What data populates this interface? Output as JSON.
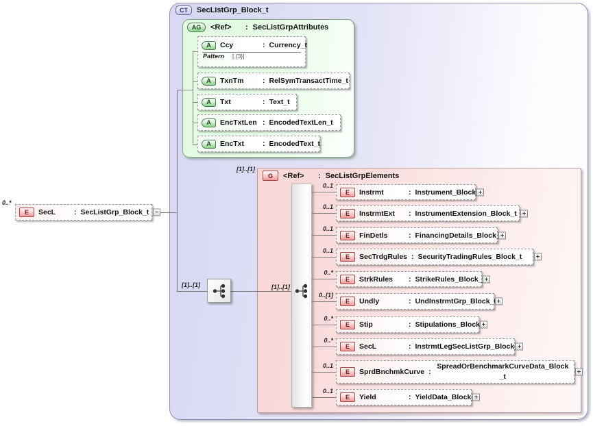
{
  "sep": ":",
  "glyphs": {
    "plus": "+",
    "minus": "−"
  },
  "badges": {
    "complex_type": "CT",
    "attribute_group": "AG",
    "attribute": "A",
    "group": "G",
    "element": "E"
  },
  "root_element": {
    "cardinality": "0..*",
    "name": "SecL",
    "type": "SecListGrp_Block_t"
  },
  "ct": {
    "title": "SecListGrp_Block_t",
    "content_model_cardinality": "[1]..[1]",
    "group_ref_cardinality": "[1]..[1]",
    "attribute_group": {
      "ref": "<Ref>",
      "name": "SecListGrpAttributes",
      "attributes": [
        {
          "name": "Ccy",
          "type": "Currency_t",
          "facet_name": "Pattern",
          "facet_value": "[.{3}]"
        },
        {
          "name": "TxnTm",
          "type": "RelSymTransactTime_t"
        },
        {
          "name": "Txt",
          "type": "Text_t"
        },
        {
          "name": "EncTxtLen",
          "type": "EncodedTextLen_t"
        },
        {
          "name": "EncTxt",
          "type": "EncodedText_t"
        }
      ]
    },
    "group": {
      "ref": "<Ref>",
      "name": "SecListGrpElements",
      "sequence_cardinality": "[1]..[1]",
      "elements": [
        {
          "cardinality": "0..1",
          "name": "Instrmt",
          "type": "Instrument_Block_t"
        },
        {
          "cardinality": "0..1",
          "name": "InstrmtExt",
          "type": "InstrumentExtension_Block_t"
        },
        {
          "cardinality": "0..1",
          "name": "FinDetls",
          "type": "FinancingDetails_Block_t"
        },
        {
          "cardinality": "0..1",
          "name": "SecTrdgRules",
          "type": "SecurityTradingRules_Block_t"
        },
        {
          "cardinality": "0..*",
          "name": "StrkRules",
          "type": "StrikeRules_Block_t"
        },
        {
          "cardinality": "0..[1]",
          "name": "Undly",
          "type": "UndInstrmtGrp_Block_t"
        },
        {
          "cardinality": "0..*",
          "name": "Stip",
          "type": "Stipulations_Block_t"
        },
        {
          "cardinality": "0..*",
          "name": "SecL",
          "type": "InstrmtLegSecListGrp_Block_t"
        },
        {
          "cardinality": "0..1",
          "name": "SprdBnchmkCurve",
          "type": "SpreadOrBenchmarkCurveData_Block_t"
        },
        {
          "cardinality": "0..1",
          "name": "Yield",
          "type": "YieldData_Block_t"
        }
      ]
    }
  },
  "colors": {
    "complex_type_fill": "#d9d9f4",
    "attribute_group_fill": "#e2fbe2",
    "element_group_fill": "#f9d8d8",
    "badge_green": "#8cd08c",
    "badge_pink": "#ee9a9a",
    "badge_lavender": "#c7c7ed",
    "connector": "#7d7d7d"
  }
}
